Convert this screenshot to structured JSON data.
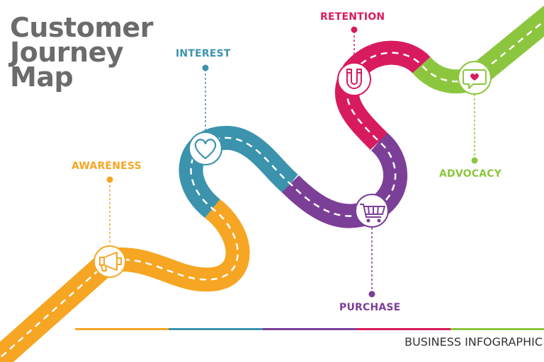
{
  "title": {
    "line1": "Customer",
    "line2": "Journey",
    "line3": "Map"
  },
  "colors": {
    "awareness": "#f6a623",
    "interest": "#3b93ad",
    "purchase": "#7c3f98",
    "retention": "#d81b5e",
    "advocacy": "#8cc63f",
    "title": "#6b6b6b"
  },
  "stages": [
    {
      "id": "awareness",
      "label": "AWARENESS",
      "icon": "megaphone-icon"
    },
    {
      "id": "interest",
      "label": "INTEREST",
      "icon": "heart-icon"
    },
    {
      "id": "purchase",
      "label": "PURCHASE",
      "icon": "shopping-cart-icon"
    },
    {
      "id": "retention",
      "label": "RETENTION",
      "icon": "magnet-icon"
    },
    {
      "id": "advocacy",
      "label": "ADVOCACY",
      "icon": "speech-bubble-heart-icon"
    }
  ],
  "footer": {
    "text": "BUSINESS INFOGRAPHIC"
  }
}
